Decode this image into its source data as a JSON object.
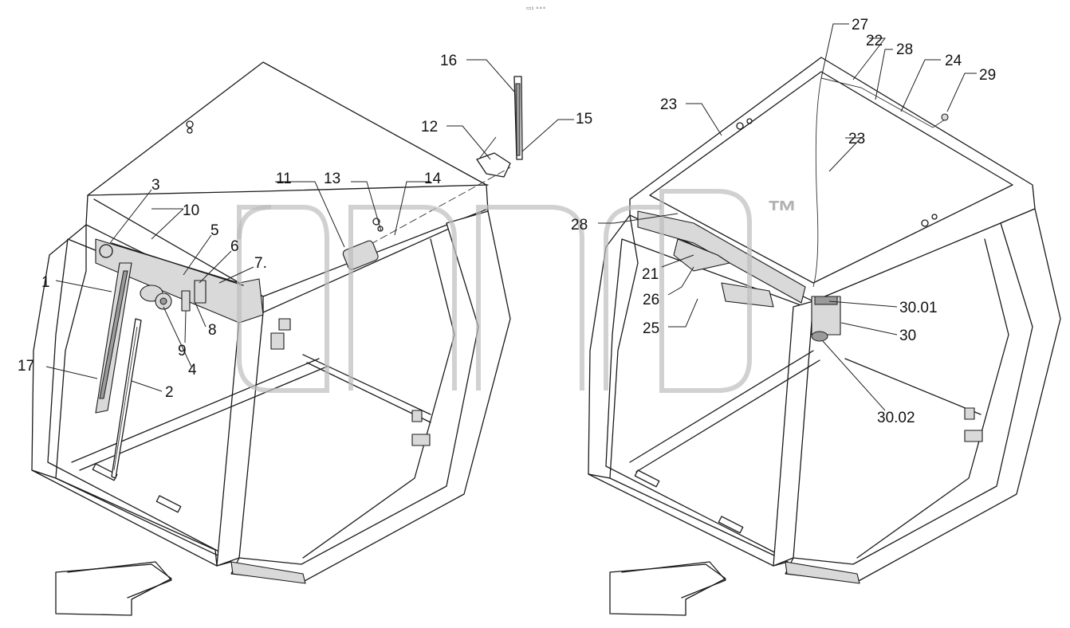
{
  "header_mark": "▭₁ ∘∘∘",
  "watermark": {
    "text": "™"
  },
  "left_callouts": [
    {
      "id": "c1",
      "label": "1"
    },
    {
      "id": "c2",
      "label": "2"
    },
    {
      "id": "c3",
      "label": "3"
    },
    {
      "id": "c4",
      "label": "4"
    },
    {
      "id": "c5",
      "label": "5"
    },
    {
      "id": "c6",
      "label": "6"
    },
    {
      "id": "c7",
      "label": "7."
    },
    {
      "id": "c8",
      "label": "8"
    },
    {
      "id": "c9",
      "label": "9"
    },
    {
      "id": "c10",
      "label": "10"
    },
    {
      "id": "c11",
      "label": "11"
    },
    {
      "id": "c12",
      "label": "12"
    },
    {
      "id": "c13",
      "label": "13"
    },
    {
      "id": "c14",
      "label": "14"
    },
    {
      "id": "c15",
      "label": "15"
    },
    {
      "id": "c16",
      "label": "16"
    },
    {
      "id": "c17",
      "label": "17"
    }
  ],
  "right_callouts": [
    {
      "id": "c21",
      "label": "21"
    },
    {
      "id": "c22",
      "label": "22"
    },
    {
      "id": "c23a",
      "label": "23"
    },
    {
      "id": "c23b",
      "label": "23"
    },
    {
      "id": "c24",
      "label": "24"
    },
    {
      "id": "c25",
      "label": "25"
    },
    {
      "id": "c26",
      "label": "26"
    },
    {
      "id": "c27",
      "label": "27"
    },
    {
      "id": "c28a",
      "label": "28"
    },
    {
      "id": "c28b",
      "label": "28"
    },
    {
      "id": "c29",
      "label": "29"
    },
    {
      "id": "c30",
      "label": "30"
    },
    {
      "id": "c3001",
      "label": "30.01"
    },
    {
      "id": "c3002",
      "label": "30.02"
    }
  ],
  "colors": {
    "line": "#1a1a1a",
    "watermark": "#bdbdbd",
    "background": "#ffffff"
  }
}
